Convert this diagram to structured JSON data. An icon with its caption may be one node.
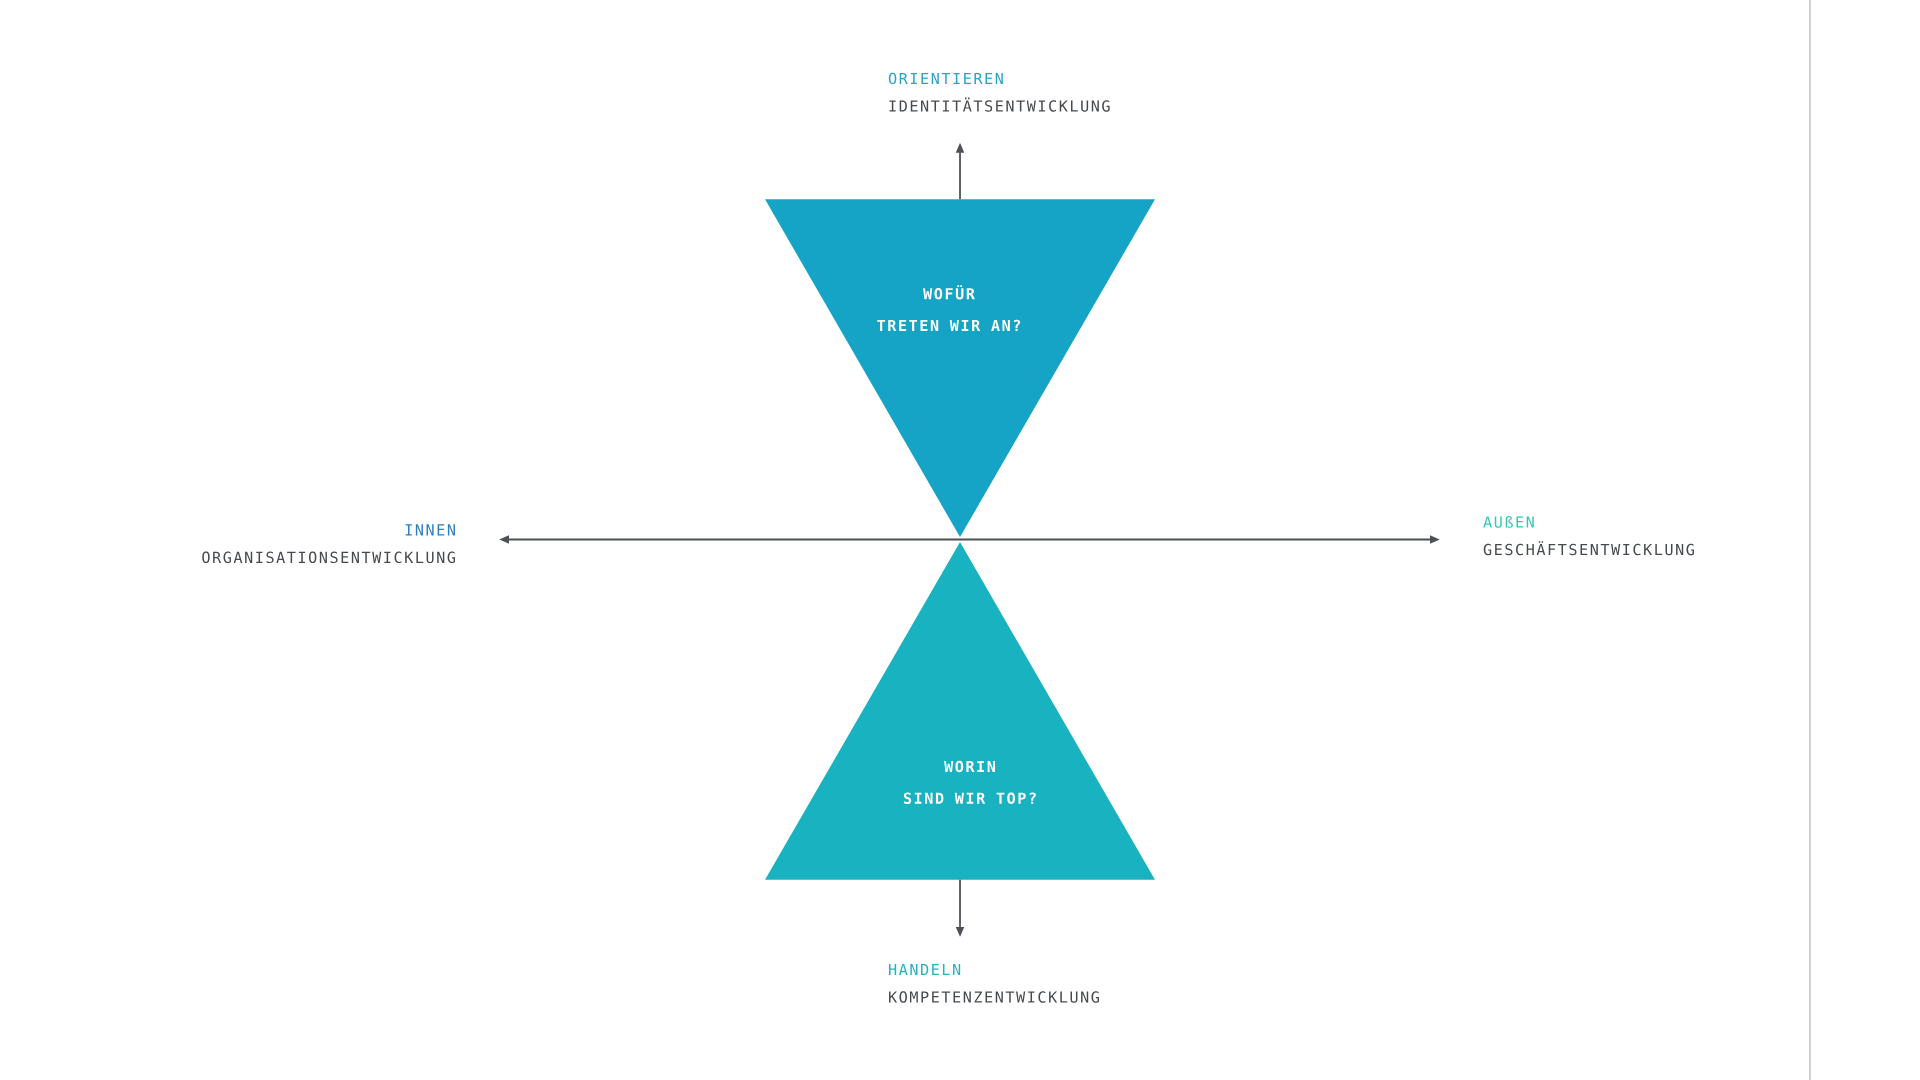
{
  "diagram": {
    "nodes": [
      {
        "text": [
          "ORIENTIEREN",
          "IDENTITÄTSENTWICKLUNG"
        ]
      },
      {
        "text": [
          "WOFÜR TRETEN WIR AN?"
        ]
      },
      {
        "text": [
          "INNEN",
          "ORGANISATIONSENTWICKLUNG"
        ]
      },
      {
        "text": [
          "AUßEN",
          "GESCHÄFTSENTWICKLUNG"
        ]
      },
      {
        "text": [
          "WORIN SIND WIR TOP?"
        ]
      },
      {
        "text": [
          "HANDELN",
          "KOMPETENZENTWICKLUNG"
        ]
      }
    ],
    "edges": [
      {
        "from": 1,
        "to": 0,
        "arrow": "to"
      },
      {
        "from": 2,
        "to": 3,
        "arrow": "both"
      },
      {
        "from": 4,
        "to": 5,
        "arrow": "to"
      }
    ]
  }
}
